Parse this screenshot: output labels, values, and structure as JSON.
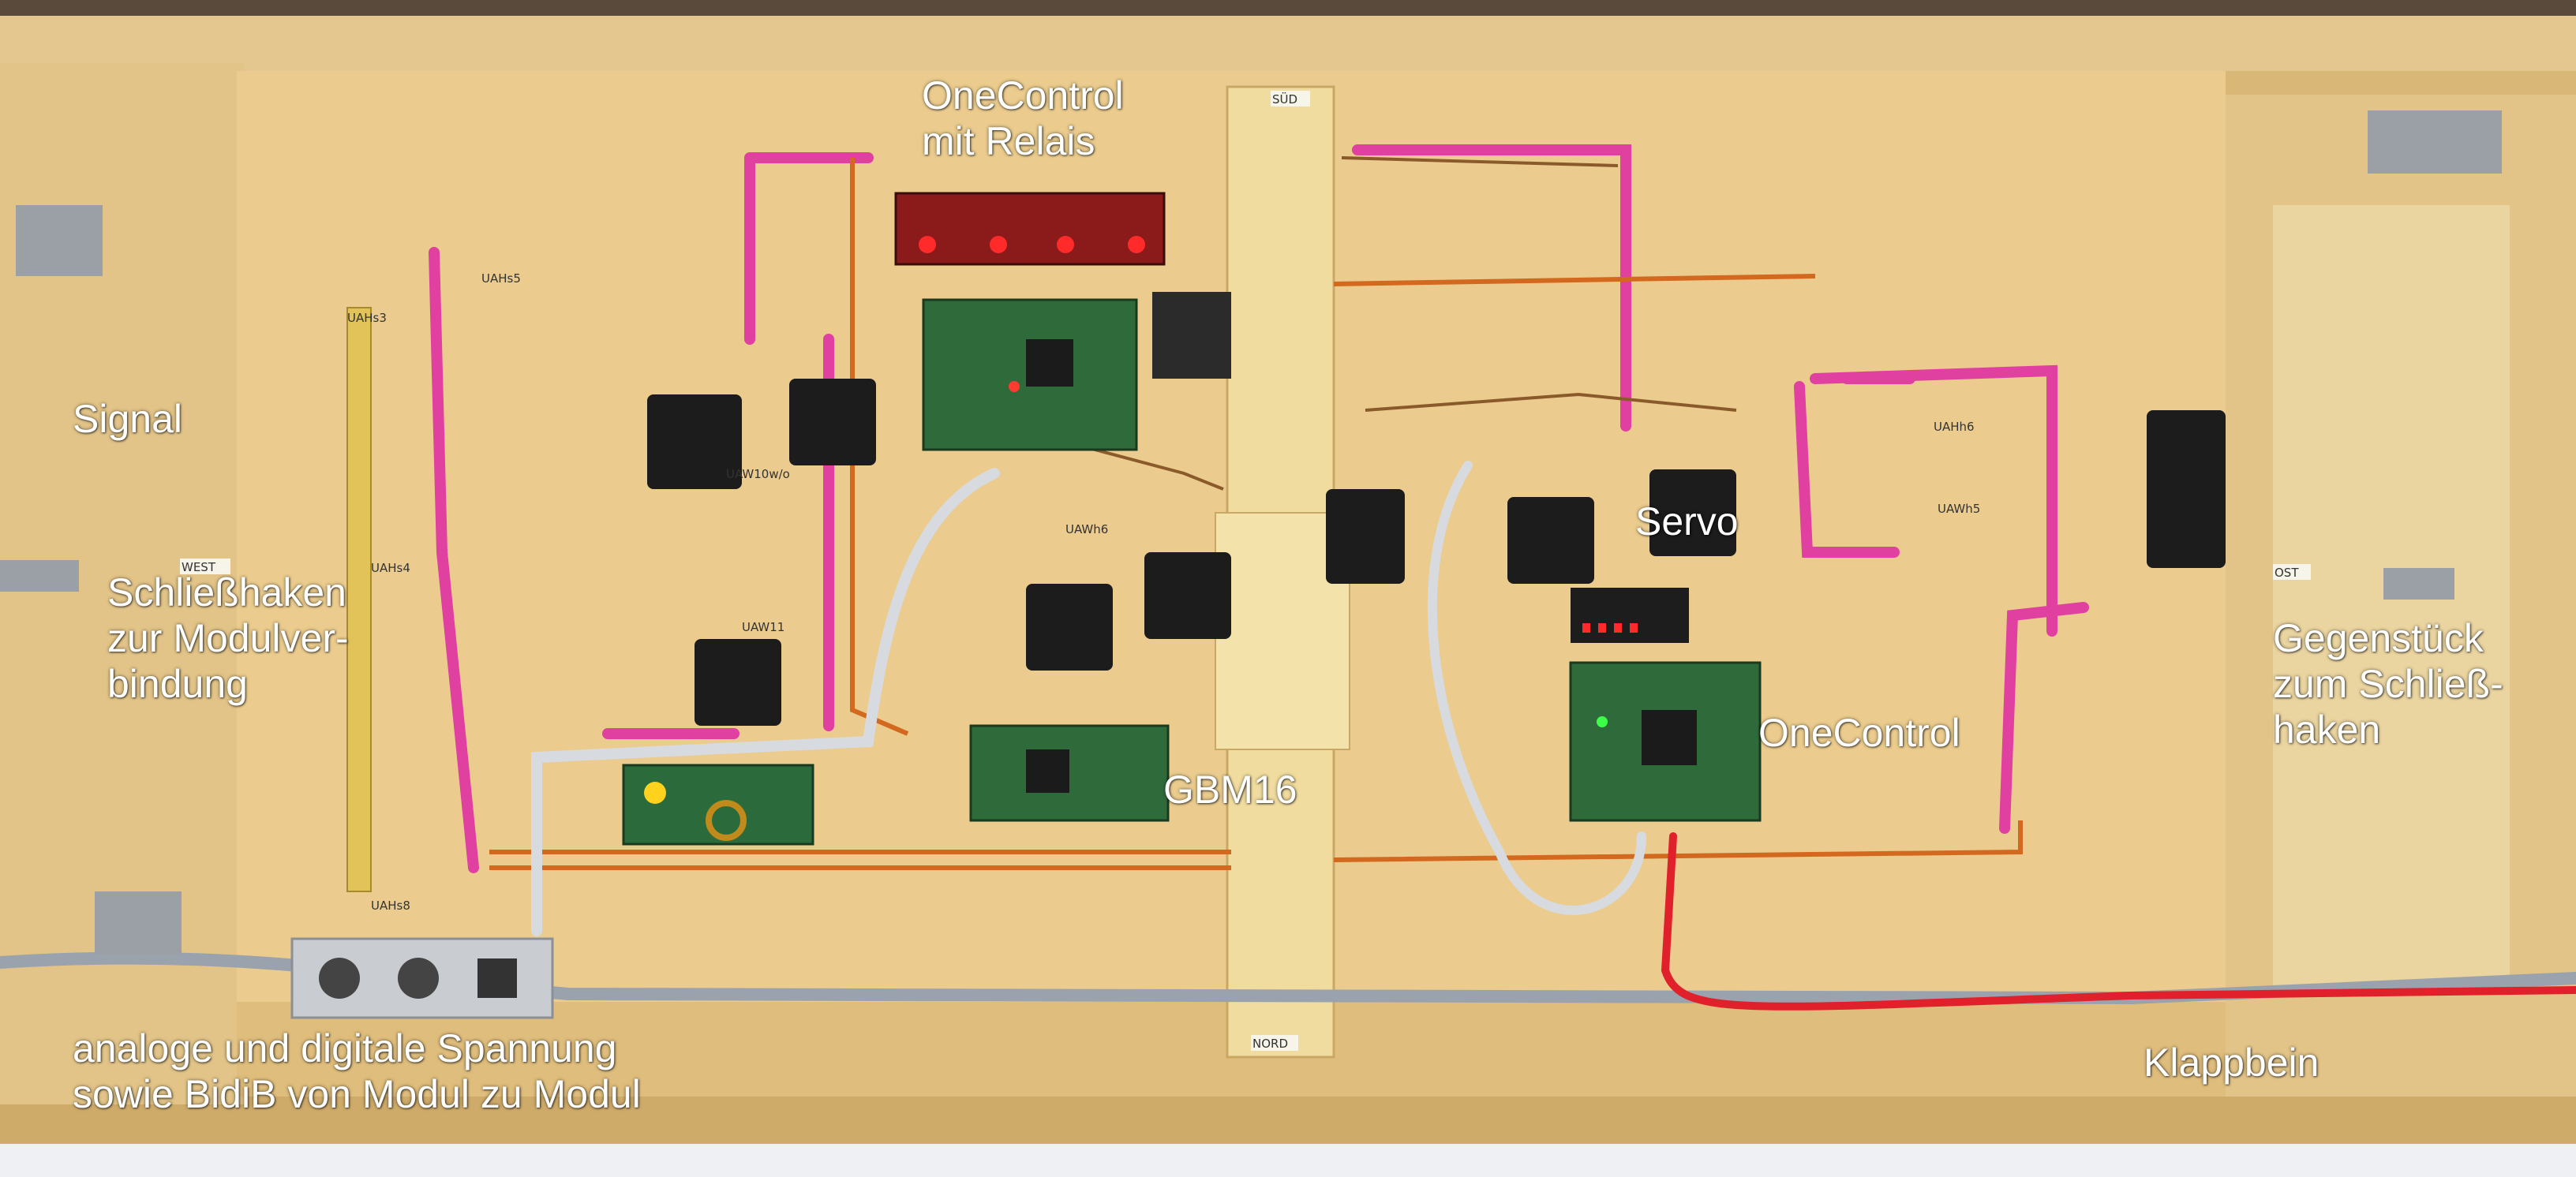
{
  "photo": {
    "colors": {
      "wood": "#e7c98d",
      "frame": "#d8b676",
      "cable_pink": "#e0409f",
      "cable_red": "#e0202a",
      "cable_gray": "#9aa3ad",
      "pcb_green": "#2f6b3a",
      "led_red": "#ff2b2b",
      "led_yellow": "#ffd21e",
      "servo_black": "#1c1c1c",
      "annotation_text": "#ffffff"
    },
    "board_labels": {
      "sued": "SÜD",
      "nord": "NORD",
      "west": "WEST",
      "ost": "OST",
      "uah3": "UAHs3",
      "uah5": "UAHs5",
      "uah4": "UAHs4",
      "uah8": "UAHs8",
      "uaw11": "UAW11",
      "uawh6": "UAWh6",
      "uah6": "UAHh6",
      "uawh5": "UAWh5",
      "uaw10": "UAW10w/o"
    }
  },
  "annotations": {
    "onecontrol_relais": [
      "OneControl",
      "mit Relais"
    ],
    "signal": "Signal",
    "schliesshaken": [
      "Schließhaken",
      "zur Modulver-",
      "bindung"
    ],
    "servo": "Servo",
    "onecontrol": "OneControl",
    "gegenstueck": [
      "Gegenstück",
      "zum Schließ-",
      "haken"
    ],
    "gbm16": "GBM16",
    "spannung": [
      "analoge und digitale Spannung",
      "sowie BidiB von Modul zu Modul"
    ],
    "klappbein": "Klappbein"
  }
}
